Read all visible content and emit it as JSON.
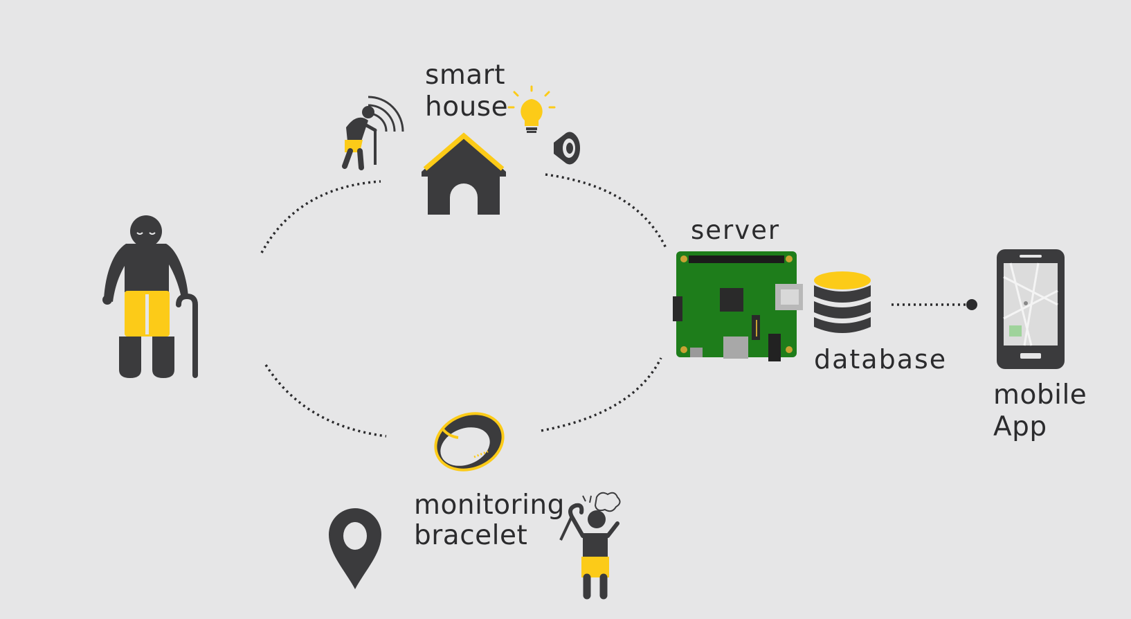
{
  "nodes": {
    "smart_house": {
      "line1": "smart",
      "line2": "house",
      "icon": "house-icon"
    },
    "server": {
      "label": "server",
      "icon": "raspberry-pi-board-icon"
    },
    "database": {
      "label": "database",
      "icon": "database-icon"
    },
    "mobile_app": {
      "line1": "mobile",
      "line2": "App",
      "icon": "smartphone-map-icon"
    },
    "bracelet": {
      "line1": "monitoring",
      "line2": "bracelet",
      "icon": "smart-bracelet-icon"
    },
    "elderly_person": {
      "icon": "elderly-person-icon"
    }
  },
  "decorations": [
    "falling-person-icon",
    "light-bulb-icon",
    "speaker-icon",
    "location-pin-icon",
    "distressed-person-icon"
  ],
  "colors": {
    "background": "#e6e6e7",
    "dark": "#3b3b3d",
    "accent": "#fccb18",
    "board_green": "#1e7d1b"
  }
}
